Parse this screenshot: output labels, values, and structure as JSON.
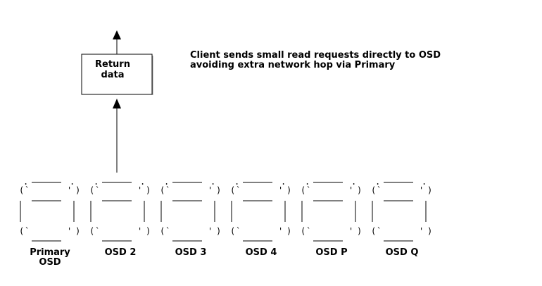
{
  "diagram": {
    "return_box": {
      "line1": "Return",
      "line2": "data"
    },
    "note": {
      "line1": "Client sends small read requests directly to OSD",
      "line2": "avoiding extra network hop via Primary"
    },
    "osds": [
      {
        "line1": "Primary",
        "line2": "OSD"
      },
      {
        "line1": "OSD 2",
        "line2": ""
      },
      {
        "line1": "OSD 3",
        "line2": ""
      },
      {
        "line1": "OSD 4",
        "line2": ""
      },
      {
        "line1": "OSD P",
        "line2": ""
      },
      {
        "line1": "OSD Q",
        "line2": ""
      }
    ],
    "colors": {
      "stroke": "#000000",
      "box_fill": "#ffffff",
      "background": "#ffffff"
    }
  }
}
